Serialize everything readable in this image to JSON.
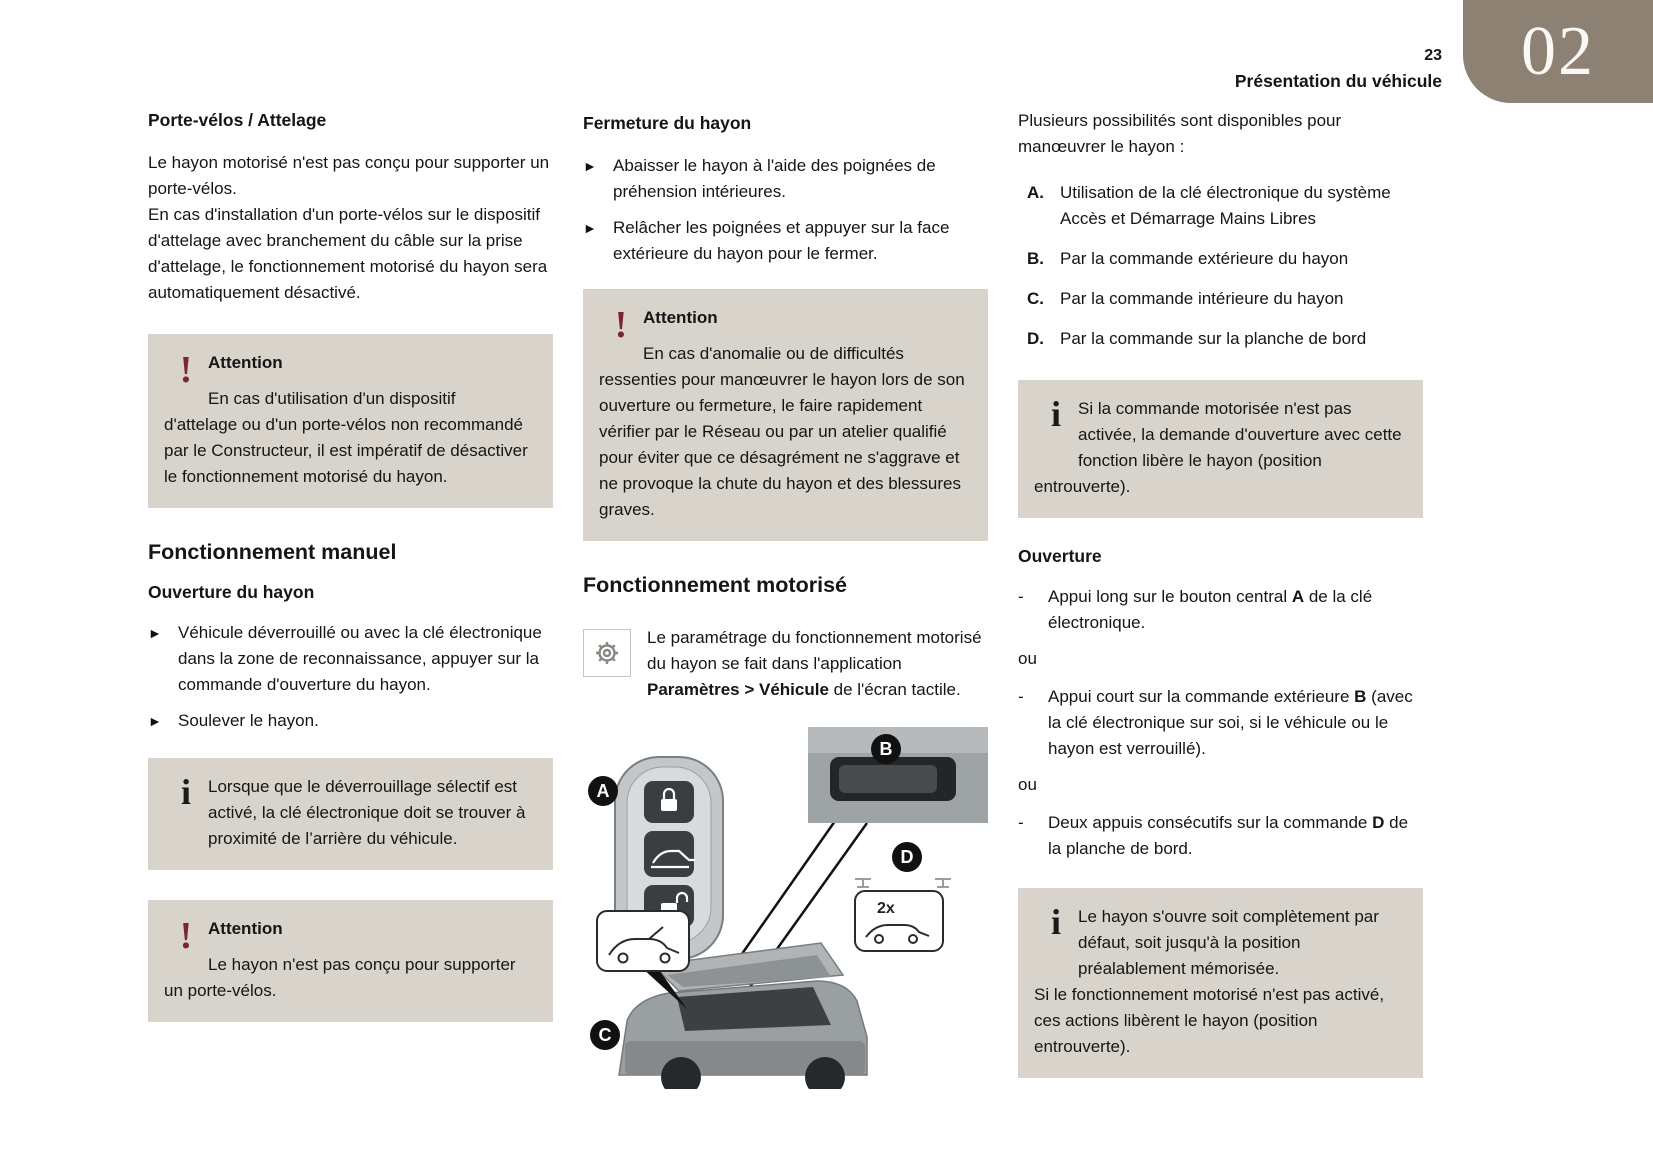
{
  "page": {
    "number": "23",
    "section_title": "Présentation du véhicule",
    "chapter": "02"
  },
  "icons": {
    "bullet_arrow": "►",
    "dash": "-",
    "info": "i",
    "attention": "!"
  },
  "colors": {
    "box_bg": "#d8d4cb",
    "badge_bg": "#8d8173",
    "attention_red": "#7c2436"
  },
  "col1": {
    "heading": "Porte-vélos / Attelage",
    "para1": "Le hayon motorisé n'est pas conçu pour supporter un porte-vélos.",
    "para2": "En cas d'installation d'un porte-vélos sur le dispositif d'attelage avec branchement du câble sur la prise d'attelage, le fonctionnement motorisé du hayon sera automatiquement désactivé.",
    "attention1": {
      "title": "Attention",
      "text": "En cas d'utilisation d'un dispositif d'attelage ou d'un porte-vélos non recommandé par le Constructeur, il est impératif de désactiver le fonctionnement motorisé du hayon."
    },
    "heading_manual": "Fonctionnement manuel",
    "sub_ouverture": "Ouverture du hayon",
    "bullet1": "Véhicule déverrouillé ou avec la clé électronique dans la zone de reconnaissance, appuyer sur la commande d'ouverture du hayon.",
    "bullet2": "Soulever le hayon.",
    "info1": "Lorsque que le déverrouillage sélectif est activé, la clé électronique doit se trouver à proximité de l’arrière du véhicule.",
    "attention2": {
      "title": "Attention",
      "text": "Le hayon n'est pas conçu pour supporter un porte-vélos."
    }
  },
  "col2": {
    "heading": "Fermeture du hayon",
    "bullet1": "Abaisser le hayon à l'aide des poignées de préhension intérieures.",
    "bullet2": "Relâcher les poignées et appuyer sur la face extérieure du hayon pour le fermer.",
    "attention": {
      "title": "Attention",
      "text": "En cas d'anomalie ou de difficultés ressenties pour manœuvrer le hayon lors de son ouverture ou fermeture, le faire rapidement vérifier par le Réseau ou par un atelier qualifié pour éviter que ce désagrément ne s'aggrave et ne provoque la chute du hayon et des blessures graves."
    },
    "heading_motor": "Fonctionnement motorisé",
    "gear": {
      "pre": "Le paramétrage du fonctionnement motorisé du hayon se fait dans l'application ",
      "bold": "Paramètres > Véhicule",
      "post": " de l'écran tactile."
    },
    "illustration": {
      "label_a": "A",
      "label_b": "B",
      "label_c": "C",
      "label_d": "D",
      "presses": "2x"
    }
  },
  "col3": {
    "intro": "Plusieurs possibilités sont disponibles pour manœuvrer le hayon :",
    "options": [
      {
        "label": "A.",
        "text": "Utilisation de la clé électronique du système Accès et Démarrage Mains Libres"
      },
      {
        "label": "B.",
        "text": "Par la commande extérieure du hayon"
      },
      {
        "label": "C.",
        "text": "Par la commande intérieure du hayon"
      },
      {
        "label": "D.",
        "text": "Par la commande sur la planche de bord"
      }
    ],
    "info1": "Si la commande motorisée n'est pas activée, la demande d'ouverture avec cette fonction libère le hayon (position entrouverte).",
    "sub_ouverture": "Ouverture",
    "bullets": [
      {
        "pre": "Appui long sur le bouton central ",
        "bold": "A",
        "post": " de la clé électronique."
      },
      {
        "pre": "Appui court sur la commande extérieure ",
        "bold": "B",
        "post": " (avec la clé électronique sur soi, si le véhicule ou le hayon est verrouillé)."
      },
      {
        "pre": "Deux appuis consécutifs sur la ",
        "bold": "",
        "post": ""
      },
      {
        "pre": "commande ",
        "bold": "D",
        "post": " de la planche de bord."
      }
    ],
    "bullet2_parts": {
      "pre": "Deux appuis consécutifs sur la commande ",
      "bold": "D",
      "post": " de la planche de bord."
    },
    "ou": "ou",
    "info2_p1": "Le hayon s'ouvre soit complètement par défaut, soit jusqu'à la position préalablement mémorisée.",
    "info2_p2": "Si le fonctionnement motorisé n'est pas activé, ces actions libèrent le hayon (position entrouverte)."
  }
}
